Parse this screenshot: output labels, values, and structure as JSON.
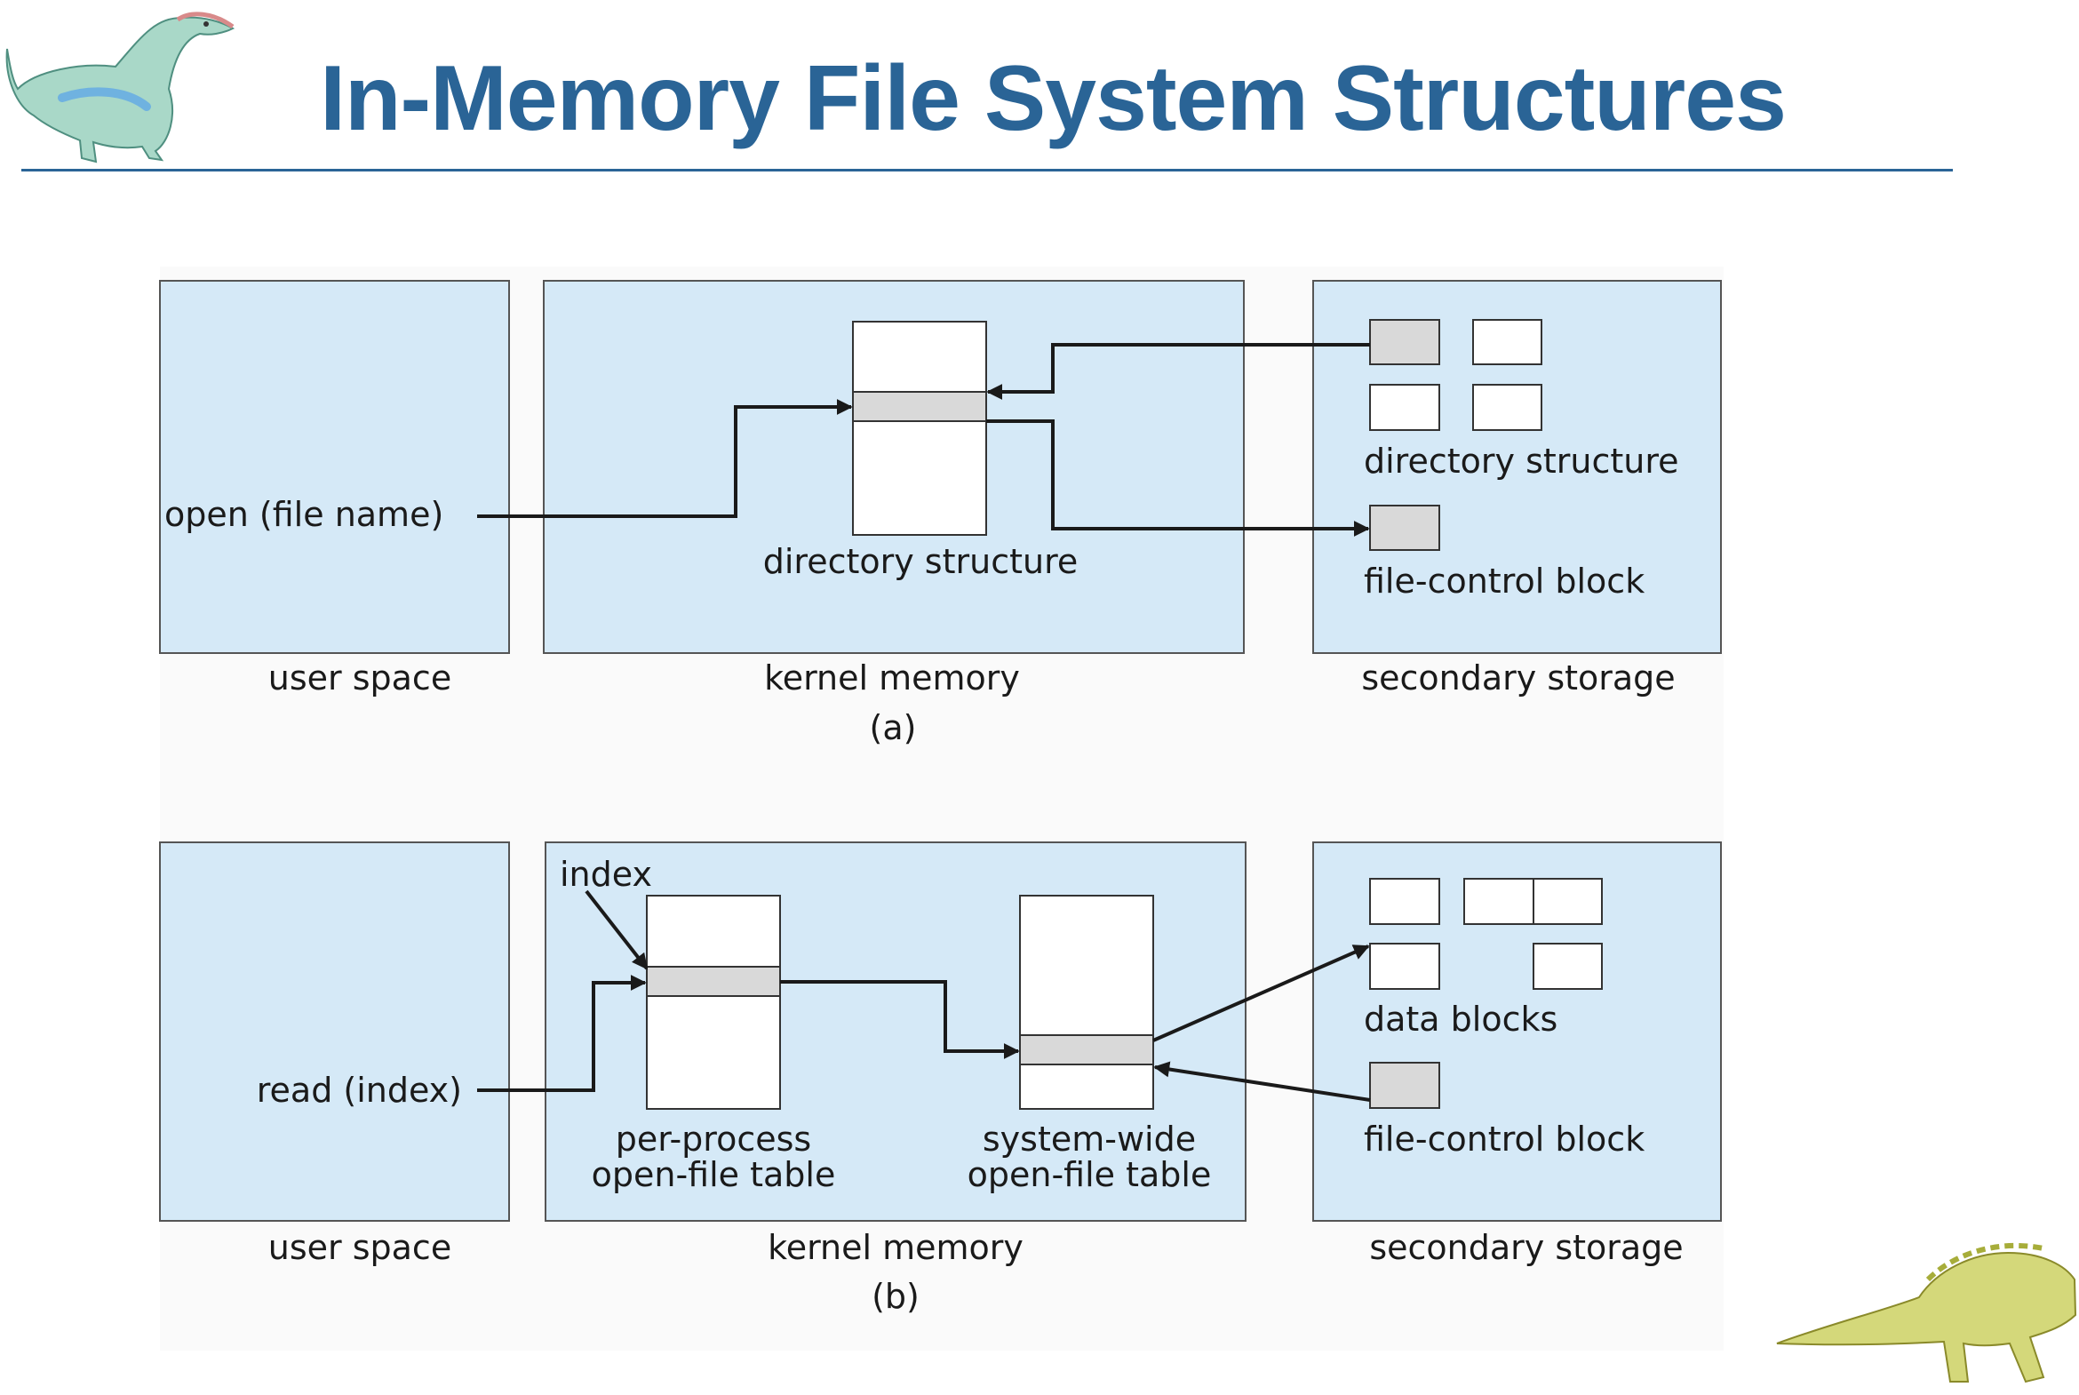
{
  "slide": {
    "title": "In-Memory File System Structures"
  },
  "icons": {
    "top_left": "dinosaur-mascot-icon",
    "bottom_right": "dinosaur-mascot-icon"
  },
  "diagram_a": {
    "user_region_label": "user space",
    "kernel_region_label": "kernel memory",
    "storage_region_label": "secondary storage",
    "call_label": "open (file name)",
    "kernel_table_label": "directory structure",
    "storage_dir_label": "directory structure",
    "storage_fcb_label": "file-control block",
    "caption": "(a)"
  },
  "diagram_b": {
    "user_region_label": "user space",
    "kernel_region_label": "kernel memory",
    "storage_region_label": "secondary storage",
    "call_label": "read (index)",
    "index_label": "index",
    "per_process_label_line1": "per-process",
    "per_process_label_line2": "open-file table",
    "system_wide_label_line1": "system-wide",
    "system_wide_label_line2": "open-file table",
    "data_blocks_label": "data blocks",
    "storage_fcb_label": "file-control block",
    "caption": "(b)"
  }
}
